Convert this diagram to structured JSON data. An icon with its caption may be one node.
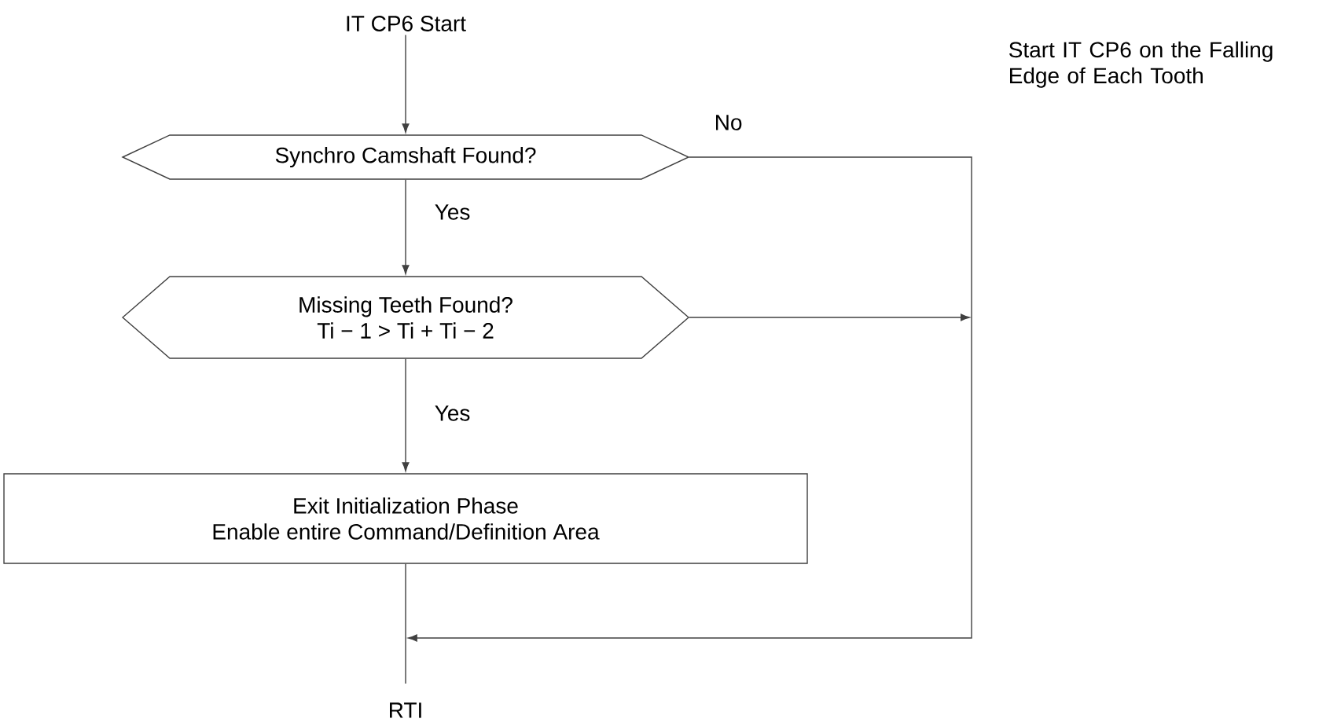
{
  "diagram": {
    "nodes": [
      {
        "text": [
          "IT CP6 Start"
        ]
      },
      {
        "text": [
          "Synchro Camshaft Found?"
        ]
      },
      {
        "text": [
          "Missing Teeth Found?",
          "Ti − 1 > Ti + Ti − 2"
        ]
      },
      {
        "text": [
          "Exit Initialization Phase",
          "Enable entire Command/Definition Area"
        ]
      },
      {
        "text": [
          "RTI"
        ]
      }
    ],
    "edges": [
      {
        "from": 0,
        "to": 1,
        "arrow": "to"
      },
      {
        "from": 1,
        "to": 2,
        "arrow": "to",
        "label": "Yes"
      },
      {
        "from": 2,
        "to": 3,
        "arrow": "to",
        "label": "Yes"
      },
      {
        "from": 3,
        "to": 4,
        "arrow": "none"
      },
      {
        "from": 1,
        "to": null,
        "arrow": "to",
        "label": "No"
      },
      {
        "from": 2,
        "to": null,
        "arrow": "to"
      }
    ],
    "labels": [
      "Start IT CP6 on the Falling Edge of Each Tooth"
    ]
  }
}
